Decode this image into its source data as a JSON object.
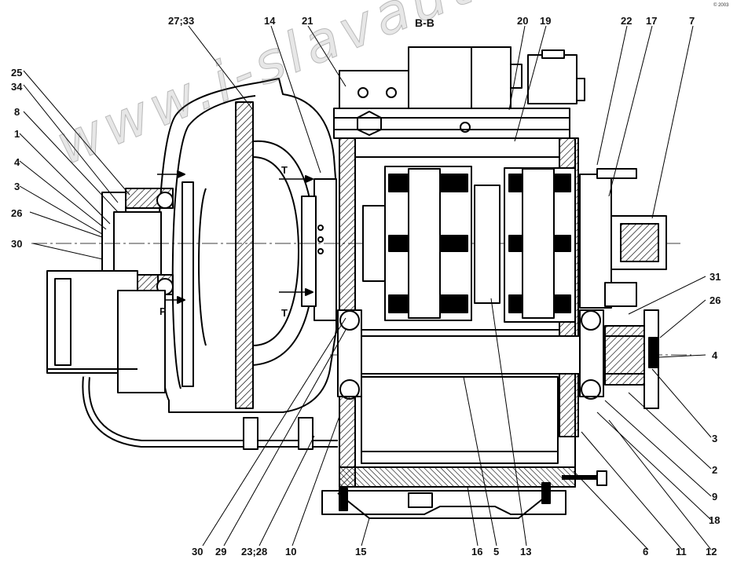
{
  "section_label": "В-В",
  "watermark": "www.i-slavauto.su",
  "corner_mark": "© 2003",
  "labels": {
    "l27_33": "27;33",
    "l14": "14",
    "l21": "21",
    "l20": "20",
    "l19": "19",
    "l22": "22",
    "l17": "17",
    "l7": "7",
    "l25": "25",
    "l34": "34",
    "l8": "8",
    "l1": "1",
    "l4a": "4",
    "l3a": "3",
    "l26a": "26",
    "l30a": "30",
    "l31": "31",
    "l26b": "26",
    "l4b": "4",
    "l3b": "3",
    "l2": "2",
    "l9": "9",
    "l18": "18",
    "l12": "12",
    "l11": "11",
    "l6": "6",
    "l30b": "30",
    "l29": "29",
    "l23_28": "23;28",
    "l10": "10",
    "l15": "15",
    "l16": "16",
    "l5": "5",
    "l13": "13",
    "flow_p": "P",
    "flow_t1": "T",
    "flow_t2": "T"
  }
}
